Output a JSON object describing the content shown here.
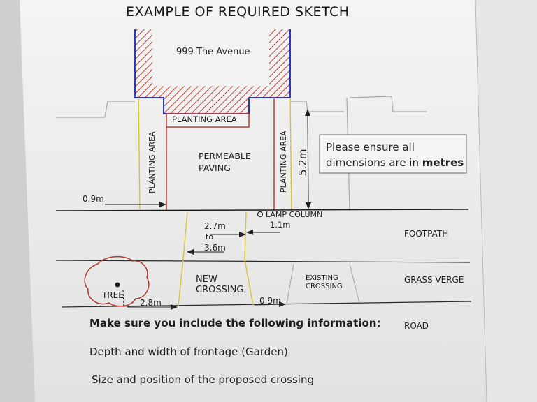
{
  "title": "EXAMPLE OF REQUIRED SKETCH",
  "address": "999 The Avenue",
  "planting_area_top": "PLANTING AREA",
  "planting_area_left": "PLANTING AREA",
  "planting_area_right": "PLANTING AREA",
  "permeable_paving": [
    "PERMEABLE",
    "PAVING"
  ],
  "depth_dim": "5.2m",
  "notice": {
    "line1": "Please ensure all",
    "line2_prefix": "dimensions are in ",
    "line2_bold": "metres"
  },
  "dim_left": "0.9m",
  "lamp_column": "LAMP COLUMN",
  "lamp_offset": "1.1m",
  "crossing_width": [
    "2.7m",
    "to",
    "3.6m"
  ],
  "footpath": "FOOTPATH",
  "new_crossing": [
    "NEW",
    "CROSSING"
  ],
  "existing_crossing": [
    "EXISTING",
    "CROSSING"
  ],
  "grass_verge": "GRASS VERGE",
  "tree": "TREE",
  "tree_dim": "2.8m",
  "crossing_gap": "0.9m",
  "road": "ROAD",
  "instructions": {
    "heading": "Make sure you include the following information:",
    "item1": "Depth and width of frontage (Garden)",
    "item2": "Size and position of the proposed crossing"
  },
  "colors": {
    "paper": "#f2f2f2",
    "hatch": "#c0392b",
    "blue_outline": "#2536c8",
    "yellow_line": "#d8c238",
    "red_line": "#c0392b",
    "ink": "#202020"
  }
}
